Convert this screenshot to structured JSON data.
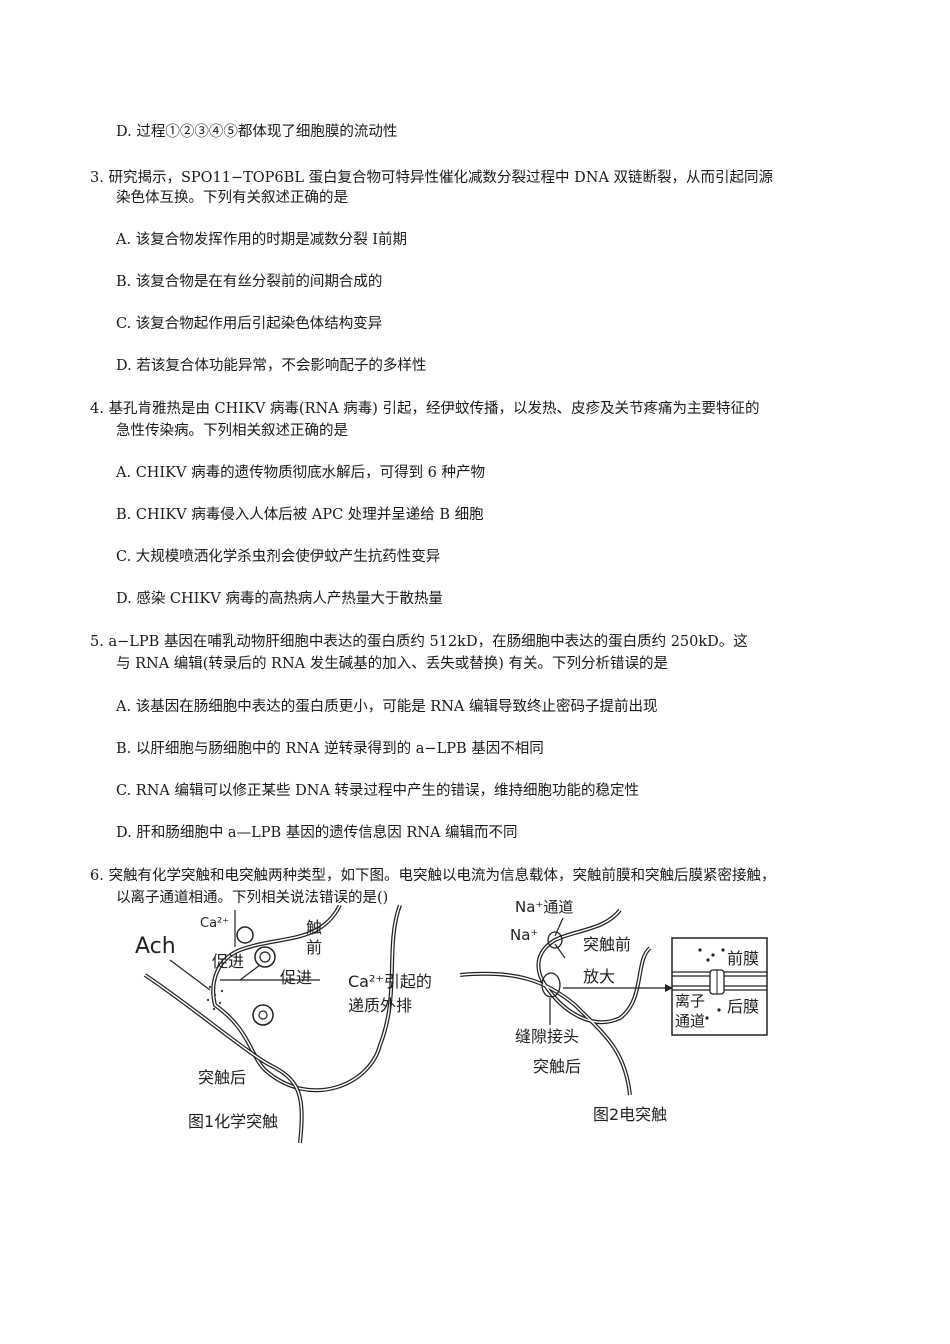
{
  "q2": {
    "option_d": "D. 过程①②③④⑤都体现了细胞膜的流动性"
  },
  "q3": {
    "stem_line1": "3. 研究揭示，SPO11−TOP6BL  蛋白复合物可特异性催化减数分裂过程中  DNA  双链断裂，从而引起同源",
    "stem_line2": "染色体互换。下列有关叙述正确的是",
    "options": [
      "A. 该复合物发挥作用的时期是减数分裂  Ⅰ前期",
      "B. 该复合物是在有丝分裂前的间期合成的",
      "C. 该复合物起作用后引起染色体结构变异",
      "D. 若该复合体功能异常，不会影响配子的多样性"
    ]
  },
  "q4": {
    "stem_line1": "4. 基孔肯雅热是由  CHIKV 病毒(RNA 病毒) 引起，经伊蚊传播，以发热、皮疹及关节疼痛为主要特征的",
    "stem_line2": "急性传染病。下列相关叙述正确的是",
    "options": [
      "A.   CHIKV  病毒的遗传物质彻底水解后，可得到  6 种产物",
      "B.   CHIKV  病毒侵入人体后被  APC  处理并呈递给  B 细胞",
      "C. 大规模喷洒化学杀虫剂会使伊蚊产生抗药性变异",
      "D. 感染  CHIKV  病毒的高热病人产热量大于散热量"
    ]
  },
  "q5": {
    "stem_line1": "5.    a−LPB      基因在哺乳动物肝细胞中表达的蛋白质约  512kD，在肠细胞中表达的蛋白质约  250kD。这",
    "stem_line2": "与 RNA  编辑(转录后的  RNA  发生碱基的加入、丢失或替换) 有关。下列分析错误的是",
    "options": [
      "A. 该基因在肠细胞中表达的蛋白质更小，可能是  RNA  编辑导致终止密码子提前出现",
      "B. 以肝细胞与肠细胞中的  RNA  逆转录得到的  a−LPB  基因不相同",
      "C.   RNA  编辑可以修正某些  DNA  转录过程中产生的错误，维持细胞功能的稳定性",
      "D. 肝和肠细胞中  a—LPB  基因的遗传信息因  RNA 编辑而不同"
    ]
  },
  "q6": {
    "stem_line1": "6. 突触有化学突触和电突触两种类型，如下图。电突触以电流为信息载体，突触前膜和突触后膜紧密接触，",
    "stem_line2": "以离子通道相通。下列相关说法错误的是()",
    "figure1": {
      "caption": "图1化学突触",
      "labels": {
        "ach": "Ach",
        "ca": "Ca²⁺",
        "pre_1": "触",
        "pre_2": "前",
        "promote_1": "促进",
        "promote_2": "促进",
        "release_1": "Ca²⁺引起的",
        "release_2": "递质外排",
        "post": "突触后"
      }
    },
    "figure2": {
      "caption": "图2电突触",
      "labels": {
        "na_channel": "Na⁺通道",
        "na": "Na⁺",
        "pre": "突触前",
        "magnify": "放大",
        "gap_junction": "缝隙接头",
        "post": "突触后",
        "pre_membrane": "前膜",
        "post_membrane": "后膜",
        "ion_channel_1": "离子",
        "ion_channel_2": "通道"
      }
    }
  }
}
